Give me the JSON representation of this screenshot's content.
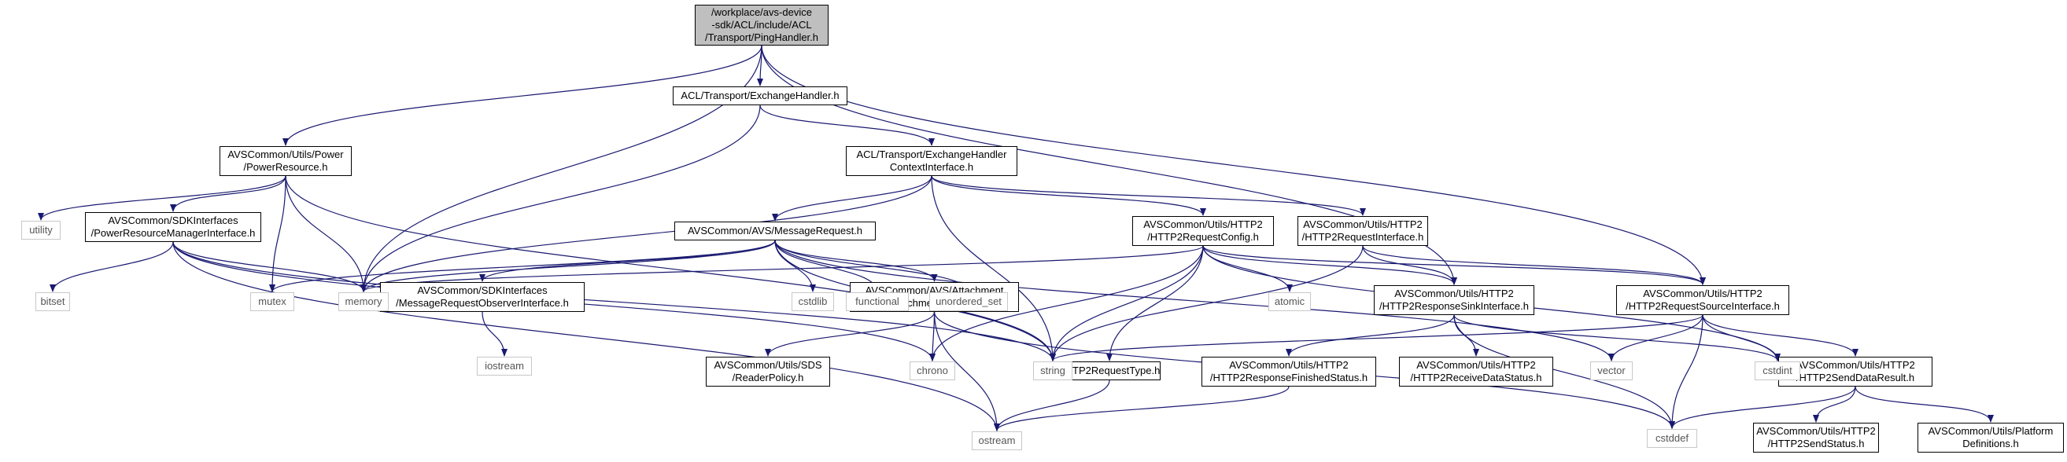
{
  "diagram": {
    "colors": {
      "edge": "#191970",
      "box_border": "#000000",
      "sys_border": "#c8c8c8",
      "root_fill": "#bfbfbf"
    },
    "nodes": [
      {
        "id": "root",
        "kind": "root",
        "lines": [
          "/workplace/avs-device",
          "-sdk/ACL/include/ACL",
          "/Transport/PingHandler.h"
        ]
      },
      {
        "id": "exch",
        "kind": "header",
        "lines": [
          "ACL/Transport/ExchangeHandler.h"
        ]
      },
      {
        "id": "power",
        "kind": "header",
        "lines": [
          "AVSCommon/Utils/Power",
          "/PowerResource.h"
        ]
      },
      {
        "id": "ehci",
        "kind": "header",
        "lines": [
          "ACL/Transport/ExchangeHandler",
          "ContextInterface.h"
        ]
      },
      {
        "id": "prmi",
        "kind": "header",
        "lines": [
          "AVSCommon/SDKInterfaces",
          "/PowerResourceManagerInterface.h"
        ]
      },
      {
        "id": "msgreq",
        "kind": "header",
        "lines": [
          "AVSCommon/AVS/MessageRequest.h"
        ]
      },
      {
        "id": "h2rc",
        "kind": "header",
        "lines": [
          "AVSCommon/Utils/HTTP2",
          "/HTTP2RequestConfig.h"
        ]
      },
      {
        "id": "h2ri",
        "kind": "header",
        "lines": [
          "AVSCommon/Utils/HTTP2",
          "/HTTP2RequestInterface.h"
        ]
      },
      {
        "id": "mroi",
        "kind": "header",
        "lines": [
          "AVSCommon/SDKInterfaces",
          "/MessageRequestObserverInterface.h"
        ]
      },
      {
        "id": "attr",
        "kind": "header",
        "lines": [
          "AVSCommon/AVS/Attachment",
          "/AttachmentReader.h"
        ]
      },
      {
        "id": "h2rsi",
        "kind": "header",
        "lines": [
          "AVSCommon/Utils/HTTP2",
          "/HTTP2ResponseSinkInterface.h"
        ]
      },
      {
        "id": "h2rsrc",
        "kind": "header",
        "lines": [
          "AVSCommon/Utils/HTTP2",
          "/HTTP2RequestSourceInterface.h"
        ]
      },
      {
        "id": "sds",
        "kind": "header",
        "lines": [
          "AVSCommon/Utils/SDS",
          "/ReaderPolicy.h"
        ]
      },
      {
        "id": "h2rt",
        "kind": "header",
        "lines": [
          "HTTP2RequestType.h"
        ]
      },
      {
        "id": "h2rfs",
        "kind": "header",
        "lines": [
          "AVSCommon/Utils/HTTP2",
          "/HTTP2ResponseFinishedStatus.h"
        ]
      },
      {
        "id": "h2rds",
        "kind": "header",
        "lines": [
          "AVSCommon/Utils/HTTP2",
          "/HTTP2ReceiveDataStatus.h"
        ]
      },
      {
        "id": "h2sdr",
        "kind": "header",
        "lines": [
          "AVSCommon/Utils/HTTP2",
          "/HTTP2SendDataResult.h"
        ]
      },
      {
        "id": "h2ss",
        "kind": "header",
        "lines": [
          "AVSCommon/Utils/HTTP2",
          "/HTTP2SendStatus.h"
        ]
      },
      {
        "id": "platdef",
        "kind": "header",
        "lines": [
          "AVSCommon/Utils/Platform",
          "Definitions.h"
        ]
      },
      {
        "id": "utility",
        "kind": "sys",
        "lines": [
          "utility"
        ]
      },
      {
        "id": "bitset",
        "kind": "sys",
        "lines": [
          "bitset"
        ]
      },
      {
        "id": "mutex",
        "kind": "sys",
        "lines": [
          "mutex"
        ]
      },
      {
        "id": "memory",
        "kind": "sys",
        "lines": [
          "memory"
        ]
      },
      {
        "id": "iostream",
        "kind": "sys",
        "lines": [
          "iostream"
        ]
      },
      {
        "id": "cstdlib",
        "kind": "sys",
        "lines": [
          "cstdlib"
        ]
      },
      {
        "id": "functional",
        "kind": "sys",
        "lines": [
          "functional"
        ]
      },
      {
        "id": "unordered_set",
        "kind": "sys",
        "lines": [
          "unordered_set"
        ]
      },
      {
        "id": "atomic",
        "kind": "sys",
        "lines": [
          "atomic"
        ]
      },
      {
        "id": "chrono",
        "kind": "sys",
        "lines": [
          "chrono"
        ]
      },
      {
        "id": "string",
        "kind": "sys",
        "lines": [
          "string"
        ]
      },
      {
        "id": "vector",
        "kind": "sys",
        "lines": [
          "vector"
        ]
      },
      {
        "id": "cstdint",
        "kind": "sys",
        "lines": [
          "cstdint"
        ]
      },
      {
        "id": "ostream",
        "kind": "sys",
        "lines": [
          "ostream"
        ]
      },
      {
        "id": "cstddef",
        "kind": "sys",
        "lines": [
          "cstddef"
        ]
      }
    ],
    "edges": [
      [
        "root",
        "exch"
      ],
      [
        "root",
        "power"
      ],
      [
        "root",
        "memory"
      ],
      [
        "root",
        "h2rsi"
      ],
      [
        "root",
        "h2rsrc"
      ],
      [
        "exch",
        "ehci"
      ],
      [
        "exch",
        "memory"
      ],
      [
        "power",
        "utility"
      ],
      [
        "power",
        "prmi"
      ],
      [
        "power",
        "mutex"
      ],
      [
        "power",
        "memory"
      ],
      [
        "power",
        "string"
      ],
      [
        "prmi",
        "bitset"
      ],
      [
        "prmi",
        "memory"
      ],
      [
        "prmi",
        "chrono"
      ],
      [
        "prmi",
        "string"
      ],
      [
        "prmi",
        "ostream"
      ],
      [
        "ehci",
        "msgreq"
      ],
      [
        "ehci",
        "h2rc"
      ],
      [
        "ehci",
        "h2ri"
      ],
      [
        "ehci",
        "memory"
      ],
      [
        "ehci",
        "string"
      ],
      [
        "msgreq",
        "mutex"
      ],
      [
        "msgreq",
        "memory"
      ],
      [
        "msgreq",
        "mroi"
      ],
      [
        "msgreq",
        "cstdlib"
      ],
      [
        "msgreq",
        "functional"
      ],
      [
        "msgreq",
        "unordered_set"
      ],
      [
        "msgreq",
        "attr"
      ],
      [
        "msgreq",
        "string"
      ],
      [
        "msgreq",
        "vector"
      ],
      [
        "mroi",
        "iostream"
      ],
      [
        "attr",
        "sds"
      ],
      [
        "attr",
        "chrono"
      ],
      [
        "attr",
        "ostream"
      ],
      [
        "attr",
        "cstddef"
      ],
      [
        "h2rc",
        "memory"
      ],
      [
        "h2rc",
        "atomic"
      ],
      [
        "h2rc",
        "h2rsi"
      ],
      [
        "h2rc",
        "h2rsrc"
      ],
      [
        "h2rc",
        "h2rt"
      ],
      [
        "h2rc",
        "chrono"
      ],
      [
        "h2rc",
        "string"
      ],
      [
        "h2rc",
        "cstdint"
      ],
      [
        "h2ri",
        "h2rsi"
      ],
      [
        "h2ri",
        "h2rsrc"
      ],
      [
        "h2ri",
        "string"
      ],
      [
        "h2rsi",
        "h2rfs"
      ],
      [
        "h2rsi",
        "h2rds"
      ],
      [
        "h2rsi",
        "cstdint"
      ],
      [
        "h2rsi",
        "cstddef"
      ],
      [
        "h2rsrc",
        "h2sdr"
      ],
      [
        "h2rsrc",
        "vector"
      ],
      [
        "h2rsrc",
        "string"
      ],
      [
        "h2rsrc",
        "cstdint"
      ],
      [
        "h2rsrc",
        "cstddef"
      ],
      [
        "h2rt",
        "ostream"
      ],
      [
        "h2rfs",
        "ostream"
      ],
      [
        "h2sdr",
        "h2ss"
      ],
      [
        "h2sdr",
        "platdef"
      ],
      [
        "h2sdr",
        "cstddef"
      ]
    ]
  }
}
